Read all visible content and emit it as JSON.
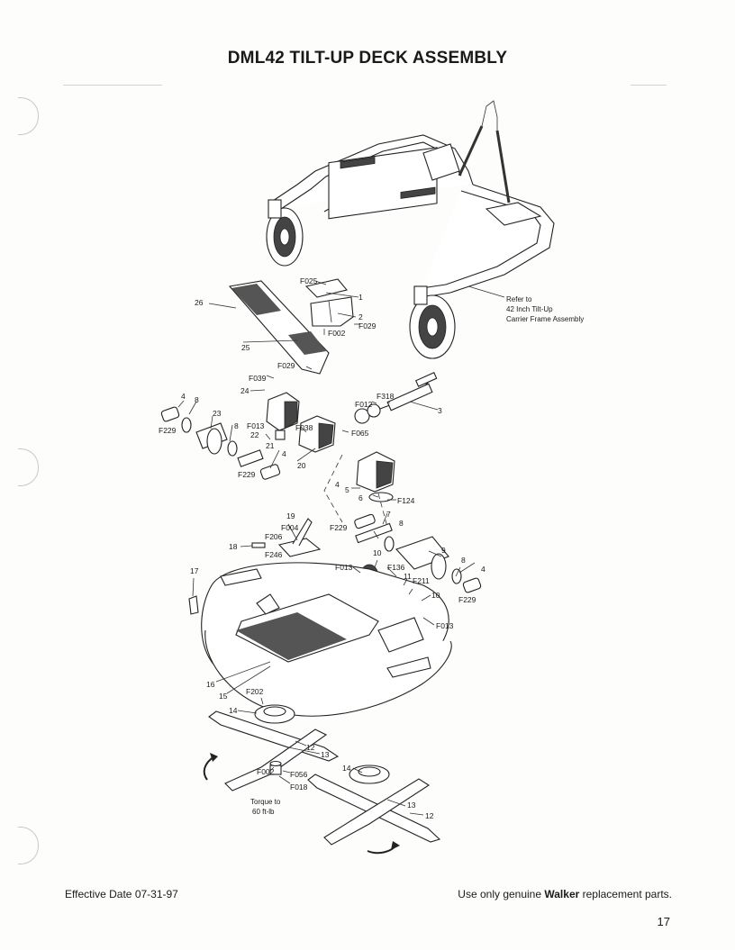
{
  "title": "DML42 TILT-UP DECK ASSEMBLY",
  "footer": {
    "effective": "Effective Date 07-31-97",
    "use_only_prefix": "Use only genuine ",
    "brand": "Walker",
    "use_only_suffix": " replacement parts.",
    "page_number": "17"
  },
  "refer_note": [
    "Refer to",
    "42 Inch Tilt-Up",
    "Carrier Frame Assembly"
  ],
  "torque_note": [
    "Torque to",
    "60 ft-lb"
  ],
  "callouts": [
    {
      "id": "c-F025",
      "text": "F025"
    },
    {
      "id": "c-1",
      "text": "1"
    },
    {
      "id": "c-26",
      "text": "26"
    },
    {
      "id": "c-2",
      "text": "2"
    },
    {
      "id": "c-F029a",
      "text": "F029"
    },
    {
      "id": "c-F002a",
      "text": "F002"
    },
    {
      "id": "c-25",
      "text": "25"
    },
    {
      "id": "c-F029b",
      "text": "F029"
    },
    {
      "id": "c-F039",
      "text": "F039"
    },
    {
      "id": "c-24",
      "text": "24"
    },
    {
      "id": "c-F318",
      "text": "F318"
    },
    {
      "id": "c-F012",
      "text": "F012"
    },
    {
      "id": "c-3",
      "text": "3"
    },
    {
      "id": "c-4a",
      "text": "4"
    },
    {
      "id": "c-8a",
      "text": "8"
    },
    {
      "id": "c-23",
      "text": "23"
    },
    {
      "id": "c-F229a",
      "text": "F229"
    },
    {
      "id": "c-8b",
      "text": "8"
    },
    {
      "id": "c-F013a",
      "text": "F013"
    },
    {
      "id": "c-22",
      "text": "22"
    },
    {
      "id": "c-F038",
      "text": "F038"
    },
    {
      "id": "c-F065",
      "text": "F065"
    },
    {
      "id": "c-21",
      "text": "21"
    },
    {
      "id": "c-4b",
      "text": "4"
    },
    {
      "id": "c-20",
      "text": "20"
    },
    {
      "id": "c-F229b",
      "text": "F229"
    },
    {
      "id": "c-5",
      "text": "5"
    },
    {
      "id": "c-6",
      "text": "6"
    },
    {
      "id": "c-F124",
      "text": "F124"
    },
    {
      "id": "c-4c",
      "text": "4"
    },
    {
      "id": "c-7",
      "text": "7"
    },
    {
      "id": "c-F229c",
      "text": "F229"
    },
    {
      "id": "c-8c",
      "text": "8"
    },
    {
      "id": "c-19",
      "text": "19"
    },
    {
      "id": "c-F004",
      "text": "F004"
    },
    {
      "id": "c-F206",
      "text": "F206"
    },
    {
      "id": "c-18",
      "text": "18"
    },
    {
      "id": "c-F246",
      "text": "F246"
    },
    {
      "id": "c-9",
      "text": "9"
    },
    {
      "id": "c-10a",
      "text": "10"
    },
    {
      "id": "c-8d",
      "text": "8"
    },
    {
      "id": "c-F013b",
      "text": "F013"
    },
    {
      "id": "c-F136",
      "text": "F136"
    },
    {
      "id": "c-4d",
      "text": "4"
    },
    {
      "id": "c-17",
      "text": "17"
    },
    {
      "id": "c-11",
      "text": "11"
    },
    {
      "id": "c-F211",
      "text": "F211"
    },
    {
      "id": "c-10b",
      "text": "10"
    },
    {
      "id": "c-F229d",
      "text": "F229"
    },
    {
      "id": "c-F013c",
      "text": "F013"
    },
    {
      "id": "c-16",
      "text": "16"
    },
    {
      "id": "c-15",
      "text": "15"
    },
    {
      "id": "c-F202",
      "text": "F202"
    },
    {
      "id": "c-14a",
      "text": "14"
    },
    {
      "id": "c-12a",
      "text": "12"
    },
    {
      "id": "c-13a",
      "text": "13"
    },
    {
      "id": "c-F002b",
      "text": "F002"
    },
    {
      "id": "c-F056",
      "text": "F056"
    },
    {
      "id": "c-14b",
      "text": "14"
    },
    {
      "id": "c-F018",
      "text": "F018"
    },
    {
      "id": "c-13b",
      "text": "13"
    },
    {
      "id": "c-12b",
      "text": "12"
    }
  ]
}
